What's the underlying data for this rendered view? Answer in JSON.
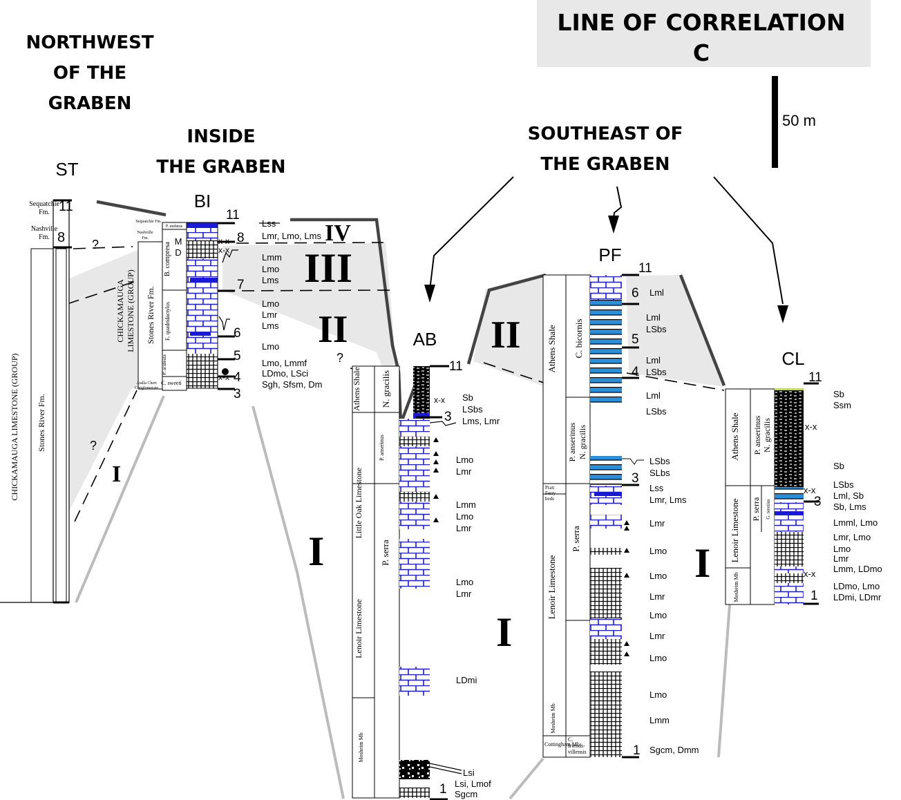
{
  "title": {
    "line1": "LINE OF CORRELATION",
    "line2": "C"
  },
  "scale": {
    "label": "50 m"
  },
  "regions": {
    "northwest": [
      "NORTHWEST",
      "OF THE",
      "GRABEN"
    ],
    "inside": [
      "INSIDE",
      "THE GRABEN"
    ],
    "southeast": [
      "SOUTHEAST OF",
      "THE GRABEN"
    ]
  },
  "columns": {
    "ST": {
      "name": "ST",
      "group": "CHICKAMAUGA LIMESTONE (GROUP)",
      "formation": "Stones River Fm.",
      "seq_label": [
        "Sequatchie",
        "Fm."
      ],
      "nash_label": [
        "Nashville",
        "Fm."
      ],
      "markers": [
        "11",
        "8"
      ]
    },
    "BI": {
      "name": "BI",
      "group": [
        "CHICKAMAUGA",
        "LIMESTONE (GROUP)"
      ],
      "formation": "Stones River Fm.",
      "seq_label": "Sequatchie Fm.",
      "nash_label": [
        "Nashville",
        "Fm."
      ],
      "atalla": [
        "Atalla Chert",
        "Conglomerate"
      ],
      "zones": [
        "P. undatus",
        "B. compresa",
        "E. quadridactylus",
        "P. aculeata",
        "C. sweeti"
      ],
      "md": [
        "M",
        "D"
      ],
      "markers": [
        "11",
        "8",
        "7",
        "6",
        "5",
        "4",
        "3"
      ],
      "litho": [
        "Lss",
        "Lmr, Lmo, Lms",
        "Lmm",
        "Lmo",
        "Lms",
        "Lmo",
        "Lmr",
        "Lms",
        "Lmo",
        "Lmo, Lmmf",
        "LDmo, LSci",
        "Sgh, Sfsm, Dm"
      ],
      "xx": "x-x"
    },
    "AB": {
      "name": "AB",
      "formations": [
        "Athens Shale",
        "Little Oak Limestone",
        "Lenoir Limestone",
        "Mosheim Mb"
      ],
      "zones": [
        "N. gracilis",
        "P. anserinus",
        "P. serra"
      ],
      "markers": [
        "11",
        "3",
        "1"
      ],
      "xx": "x-x",
      "litho": [
        "Sb",
        "LSbs",
        "Lms, Lmr",
        "Lmo",
        "Lmr",
        "Lmm",
        "Lmo",
        "Lmr",
        "Lmo",
        "Lmr",
        "LDmi",
        "Lsi",
        "Lsi, Lmof",
        "Sgcm"
      ]
    },
    "PF": {
      "name": "PF",
      "formations": [
        "Athens Shale",
        "Pratt Ferry beds",
        "Lenoir Limestone",
        "Mosheim Mb",
        "Cottingham Mb."
      ],
      "zones": [
        "C. bicornis",
        "P. anserinus",
        "N. gracilis",
        "P. serra",
        "C. friends-villensis"
      ],
      "markers": [
        "11",
        "6",
        "5",
        "4",
        "3",
        "1"
      ],
      "litho": [
        "Lml",
        "Lml",
        "LSbs",
        "Lml",
        "LSbs",
        "Lml",
        "LSbs",
        "LSbs",
        "SLbs",
        "Lss",
        "Lmr, Lms",
        "Lmr",
        "Lmo",
        "Lmo",
        "Lmr",
        "Lmo",
        "Lmr",
        "Lmo",
        "Lmo",
        "Lmm",
        "Sgcm, Dmm"
      ]
    },
    "CL": {
      "name": "CL",
      "formations": [
        "Athens Shale",
        "Lenoir Limestone",
        "Mosheim Mb"
      ],
      "zones": [
        "P. anserinus",
        "N. gracilis",
        "P. serra",
        "G. teretius"
      ],
      "markers": [
        "11",
        "3",
        "1"
      ],
      "xx": [
        "x-x",
        "x-x",
        "x-x"
      ],
      "litho": [
        "Sb",
        "Ssm",
        "Sb",
        "LSbs",
        "Lml, Sb",
        "Sb, Lms",
        "Lmml, Lmo",
        "Lmr, Lmo",
        "Lmo",
        "Lmr",
        "Lmm, LDmo",
        "LDmo, Lmo",
        "LDmi, LDmr"
      ]
    }
  },
  "sequences": {
    "I": "I",
    "II": "II",
    "III": "III",
    "IV": "IV",
    "q": "?"
  },
  "colors": {
    "limestone": "#1a1ad6",
    "shale_blue": "#2a8fd8",
    "grey": "#e8e8e8",
    "dark": "#444444",
    "light": "#bbbbbb"
  }
}
